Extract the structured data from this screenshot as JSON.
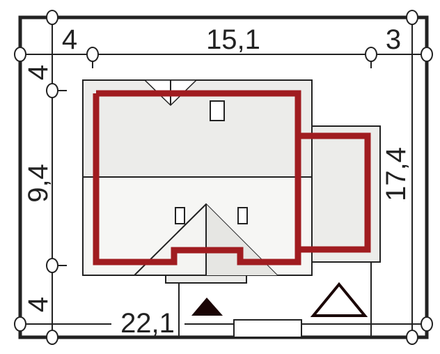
{
  "dimensions": {
    "top_left_setback": "4",
    "house_width": "15,1",
    "top_right_setback": "3",
    "left_top_setback": "4",
    "house_depth": "9,4",
    "left_bottom_setback": "4",
    "plot_width": "22,1",
    "plot_depth": "17,4"
  },
  "colors": {
    "wall": "#a01c20",
    "roof": "#ececea",
    "line": "#222222"
  },
  "icons": {
    "entrance": "filled-triangle",
    "garage_entrance": "outline-triangle"
  }
}
